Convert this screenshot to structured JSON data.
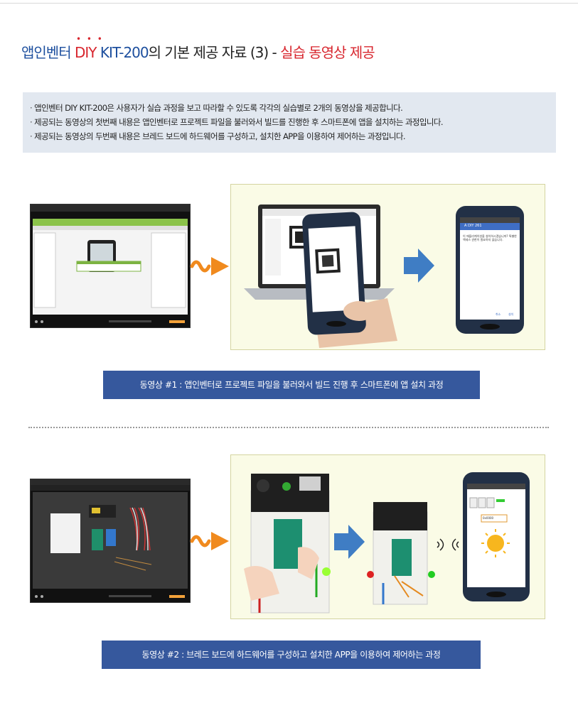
{
  "title": {
    "part1": "앱인벤터 ",
    "part2": "DIY",
    "dots": "• • •",
    "part3": " KIT-200",
    "part4": "의 기본 제공 자료 (3) - ",
    "part5": "실습 동영상 제공"
  },
  "info": [
    "앱인벤터 DIY KIT-200은 사용자가 실습 과정을 보고 따라할 수 있도록 각각의 실습별로 2개의 동영상을 제공합니다.",
    "제공되는 동영상의 첫번째 내용은 앱인벤터로 프로젝트 파일을 불러와서 빌드를 진행한 후 스마트폰에 앱을 설치하는 과정입니다.",
    "제공되는 동영상의 두번째 내용은 브레드 보드에 하드웨어를 구성하고, 설치한 APP을 이용하여 제어하는 과정입니다."
  ],
  "video1": {
    "caption": "동영상 #1 : 앱인벤터로 프로젝트 파일을 불러와서 빌드 진행 후 스마트폰에 앱 설치 과정",
    "phone_app_title": "A DIY 261",
    "phone_msg": "이 애플리케이션을 설치하시겠습니까? 특별한 액세스 권한이 필요하지 않습니다.",
    "phone_cancel": "취소",
    "phone_install": "설치"
  },
  "video2": {
    "caption": "동영상 #2 : 브레드 보드에 하드웨어를 구성하고 설치한 APP을 이용하여 제어하는 과정",
    "phone_field_value": "0x0000"
  },
  "colors": {
    "title_blue": "#1d4f9e",
    "accent_red": "#d8262e",
    "caption_bg": "#36589d",
    "info_bg": "#e2e8f0",
    "arrow_orange": "#f08a1e",
    "arrow_blue": "#3f7dc4"
  }
}
